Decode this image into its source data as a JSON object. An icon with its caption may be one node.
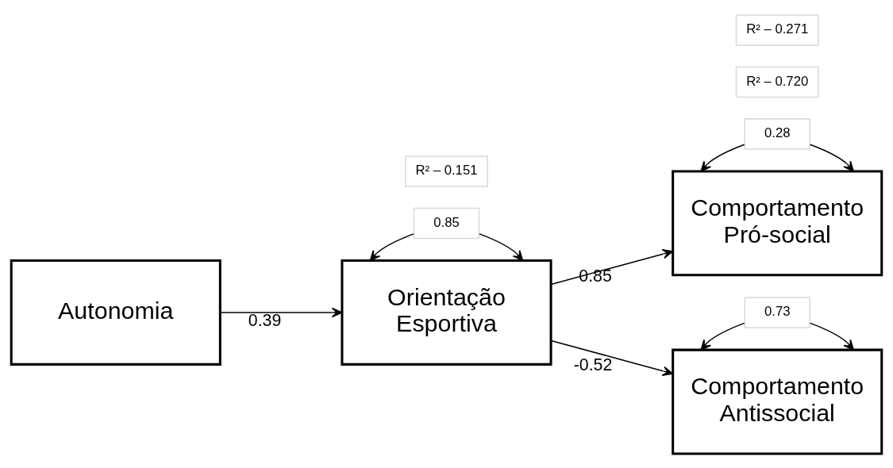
{
  "diagram": {
    "nodes": [
      {
        "text": [
          "Autonomia"
        ]
      },
      {
        "text": [
          "R² – 0.151"
        ]
      },
      {
        "text": [
          "Orientação Esportiva"
        ]
      },
      {
        "text": [
          "0.85"
        ]
      },
      {
        "text": [
          "0.28"
        ]
      },
      {
        "text": [
          "R² – 0.720"
        ]
      },
      {
        "text": [
          "Comportamento Pró-social"
        ]
      },
      {
        "text": [
          "R² – 0.271"
        ]
      },
      {
        "text": [
          "Comportamento Antissocial"
        ]
      },
      {
        "text": [
          "0.73"
        ]
      }
    ],
    "edges": [
      {
        "from": 0,
        "to": 2,
        "arrow": "to",
        "label": "0.39"
      },
      {
        "from": 3,
        "to": 2,
        "arrow": "to"
      },
      {
        "from": 3,
        "to": 2,
        "arrow": "to"
      },
      {
        "from": 2,
        "to": 6,
        "arrow": "to",
        "label": "0.85"
      },
      {
        "from": 2,
        "to": 8,
        "arrow": "to",
        "label": "-0.52"
      },
      {
        "from": 4,
        "to": 6,
        "arrow": "to"
      },
      {
        "from": 4,
        "to": 6,
        "arrow": "to"
      },
      {
        "from": 9,
        "to": 8,
        "arrow": "to"
      },
      {
        "from": 9,
        "to": 8,
        "arrow": "to"
      }
    ]
  }
}
